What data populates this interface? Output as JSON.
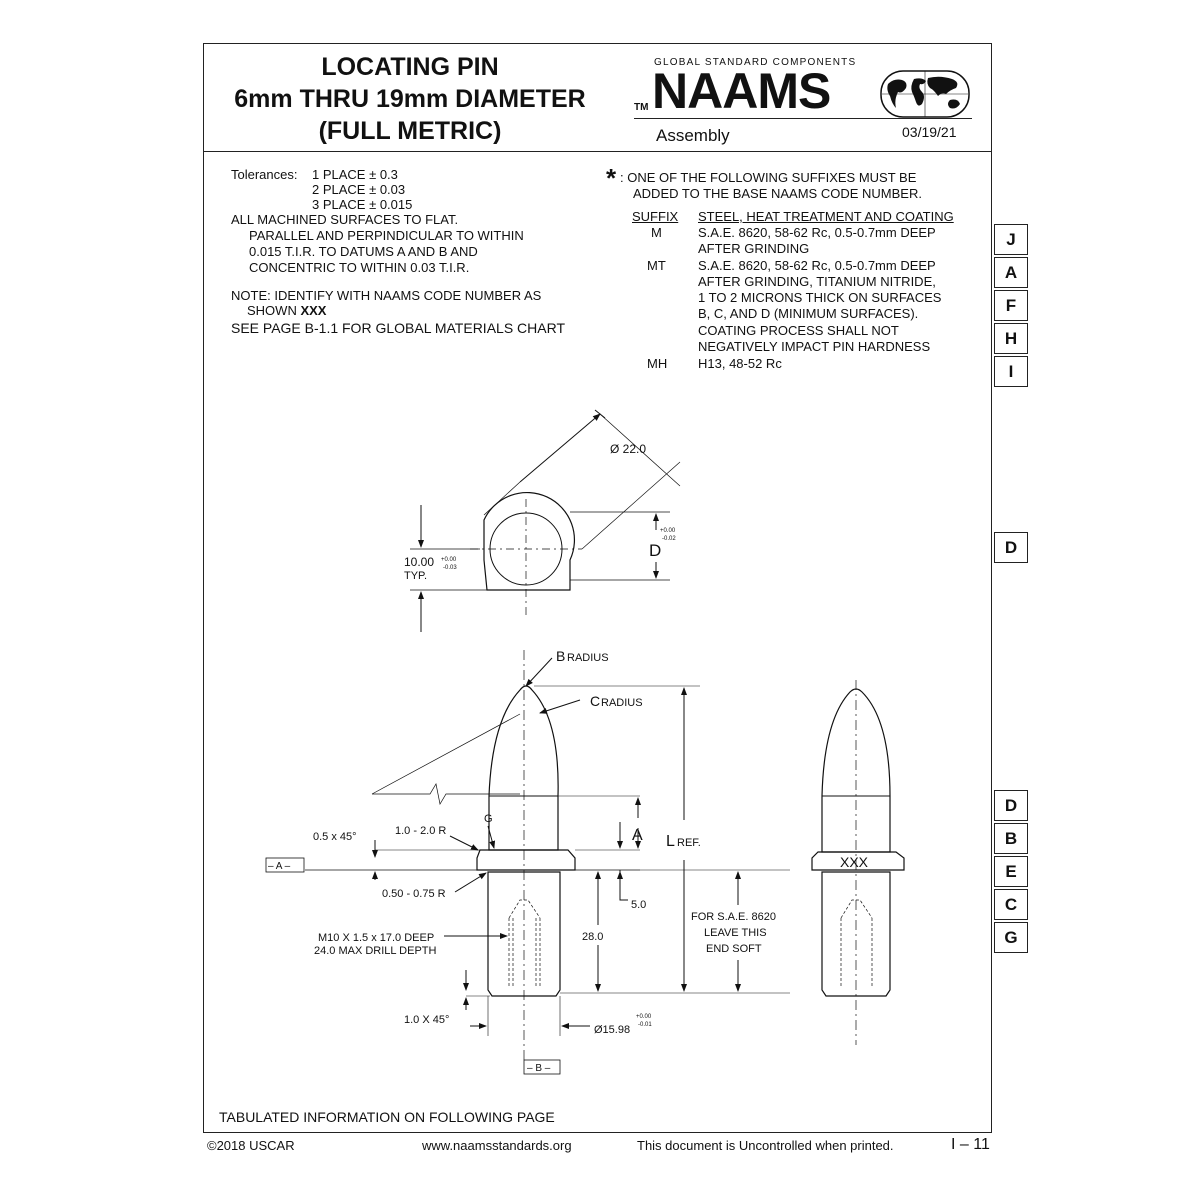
{
  "header": {
    "title_lines": [
      "LOCATING PIN",
      "6mm THRU 19mm DIAMETER",
      "(FULL METRIC)"
    ],
    "brand_caption": "GLOBAL STANDARD COMPONENTS",
    "brand_tm": "TM",
    "brand_name": "NAAMS",
    "doc_type": "Assembly",
    "date": "03/19/21"
  },
  "notes": {
    "tolerances_label": "Tolerances:",
    "tol_1": "1 PLACE ± 0.3",
    "tol_2": "2 PLACE ± 0.03",
    "tol_3": "3 PLACE ± 0.015",
    "machined_1": "ALL MACHINED SURFACES TO FLAT.",
    "machined_2": "PARALLEL AND PERPINDICULAR TO WITHIN",
    "machined_3": "0.015 T.I.R. TO DATUMS A AND B AND",
    "machined_4": "CONCENTRIC TO WITHIN 0.03 T.I.R.",
    "identify_1": "NOTE: IDENTIFY WITH NAAMS CODE NUMBER AS",
    "identify_2": "SHOWN",
    "identify_code": "XXX",
    "materials": "SEE PAGE B-1.1 FOR GLOBAL MATERIALS CHART"
  },
  "suffix_note": {
    "asterisk": "*",
    "line_1": ": ONE OF THE FOLLOWING SUFFIXES MUST BE",
    "line_2": "ADDED TO THE BASE NAAMS CODE NUMBER.",
    "col_suffix": "SUFFIX",
    "col_desc": "STEEL, HEAT TREATMENT AND COATING",
    "rows": [
      {
        "code": "M",
        "lines": [
          "S.A.E. 8620, 58-62 Rc, 0.5-0.7mm DEEP",
          "AFTER GRINDING"
        ]
      },
      {
        "code": "MT",
        "lines": [
          "S.A.E. 8620, 58-62 Rc, 0.5-0.7mm DEEP",
          "AFTER GRINDING, TITANIUM NITRIDE,",
          "1 TO 2 MICRONS THICK ON SURFACES",
          "B, C, AND D (MINIMUM SURFACES).",
          "COATING PROCESS SHALL NOT",
          "NEGATIVELY IMPACT PIN HARDNESS"
        ]
      },
      {
        "code": "MH",
        "lines": [
          "H13, 48-52 Rc"
        ]
      }
    ]
  },
  "side_tabs": [
    "J",
    "A",
    "F",
    "H",
    "I",
    "D",
    "D",
    "B",
    "E",
    "C",
    "G"
  ],
  "drawing": {
    "dia_22": "Ø 22.0",
    "dim_10": "10.00",
    "dim_10_tol_plus": "+0.00",
    "dim_10_tol_minus": "-0.03",
    "typ": "TYP.",
    "d_label": "D",
    "d_tol_plus": "+0.00",
    "d_tol_minus": "-0.02",
    "b_radius_letter": "B",
    "b_radius_word": "RADIUS",
    "c_radius_letter": "C",
    "c_radius_word": "RADIUS",
    "g_label": "G",
    "chamfer_05": "0.5 x 45°",
    "radius_1_2": "1.0 - 2.0 R",
    "datum_a": "– A –",
    "radius_05_075": "0.50 - 0.75 R",
    "a_label": "A",
    "l_letter": "L",
    "l_ref": "REF.",
    "dim_5": "5.0",
    "dim_28": "28.0",
    "thread_1": "M10 X 1.5 x 17.0 DEEP",
    "thread_2": "24.0 MAX DRILL DEPTH",
    "soft_1": "FOR S.A.E. 8620",
    "soft_2": "LEAVE THIS",
    "soft_3": "END SOFT",
    "chamfer_1": "1.0 X 45°",
    "dia_1598": "Ø15.98",
    "dia_tol_plus": "+0.00",
    "dia_tol_minus": "-0.01",
    "datum_b": "– B –",
    "code_xxx": "XXX"
  },
  "bottom_note": "TABULATED INFORMATION ON FOLLOWING PAGE",
  "footer": {
    "copyright": "©2018 USCAR",
    "website": "www.naamsstandards.org",
    "disclaimer": "This document is Uncontrolled when printed.",
    "page": "I – 11"
  }
}
